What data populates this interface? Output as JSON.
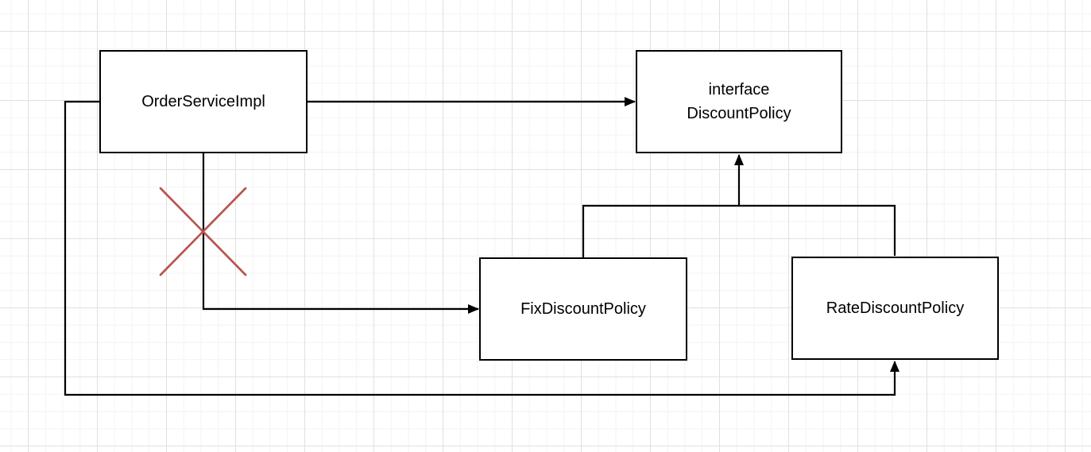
{
  "diagram": {
    "nodes": {
      "order": {
        "label": "OrderServiceImpl"
      },
      "iface": {
        "line1": "interface",
        "line2": "DiscountPolicy"
      },
      "fix": {
        "label": "FixDiscountPolicy"
      },
      "rate": {
        "label": "RateDiscountPolicy"
      }
    },
    "edges": [
      {
        "from": "OrderServiceImpl",
        "to": "interface DiscountPolicy",
        "type": "solid-arrow",
        "route": "straight-right"
      },
      {
        "from": "OrderServiceImpl",
        "to": "FixDiscountPolicy",
        "type": "solid-arrow",
        "route": "down-then-right",
        "annotation": "crossed-out"
      },
      {
        "from": "OrderServiceImpl",
        "to": "RateDiscountPolicy",
        "type": "solid-arrow",
        "route": "left-down-around-bottom-then-up"
      },
      {
        "from": "FixDiscountPolicy",
        "to": "interface DiscountPolicy",
        "type": "solid-arrow",
        "route": "merged-tree-up"
      },
      {
        "from": "RateDiscountPolicy",
        "to": "interface DiscountPolicy",
        "type": "solid-arrow",
        "route": "merged-tree-up"
      }
    ],
    "annotations": [
      {
        "type": "cross-mark",
        "meaning": "removed dependency",
        "over_edge": "OrderServiceImpl -> FixDiscountPolicy"
      }
    ]
  },
  "colors": {
    "connector": "#000000",
    "node_border": "#000000",
    "node_fill": "#ffffff",
    "text": "#000000",
    "cross": "#b85450",
    "canvas_bg": "#ffffff",
    "grid_minor": "#f3f3f3",
    "grid_major": "#e0e0e0"
  }
}
